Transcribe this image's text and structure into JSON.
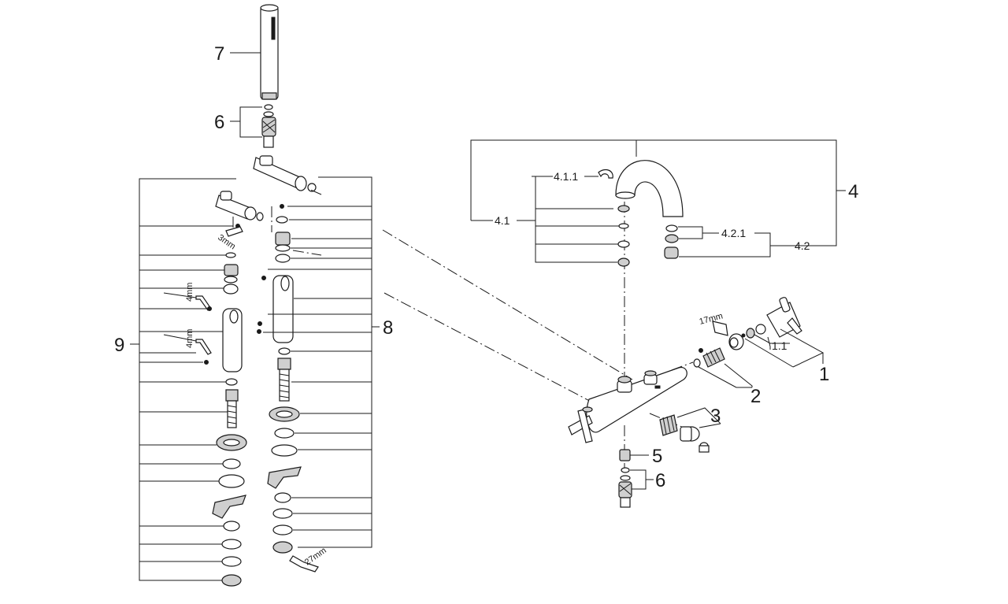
{
  "labels": {
    "hand_shower": "7",
    "hose_set_top": "6",
    "left_group": "9",
    "middle_group": "8",
    "spout_assembly": "4",
    "spout_sub_a": "4.1",
    "spout_sub_a_clip": "4.1.1",
    "spout_sub_b": "4.2",
    "spout_sub_b_ring": "4.2.1",
    "handle_set": "1",
    "handle_sub": "1.1",
    "cartridge": "2",
    "cartridge_b": "3",
    "union": "5",
    "hose_set_bottom": "6"
  },
  "tool_sizes": {
    "hex_key_small": "3mm",
    "hex_key_a": "4mm",
    "hex_key_b": "4mm",
    "wrench_cartridge": "17mm",
    "wrench_base": "27mm"
  }
}
